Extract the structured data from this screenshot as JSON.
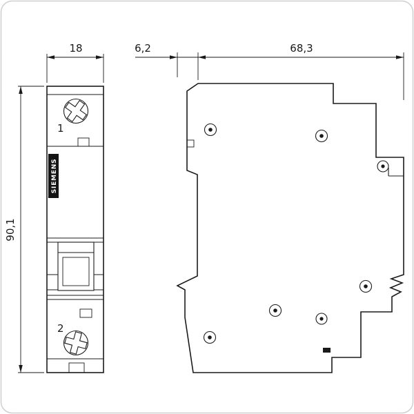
{
  "colors": {
    "line": "#1a1a1a",
    "background": "#ffffff",
    "brand_block": "#141414",
    "border": "#cfcfcf"
  },
  "dimensions": {
    "width_mm": "18",
    "offset_mm": "6,2",
    "depth_mm": "68,3",
    "height_mm": "90,1"
  },
  "front_view": {
    "brand": "SIEMENS",
    "terminal_1": "1",
    "terminal_2": "2"
  }
}
